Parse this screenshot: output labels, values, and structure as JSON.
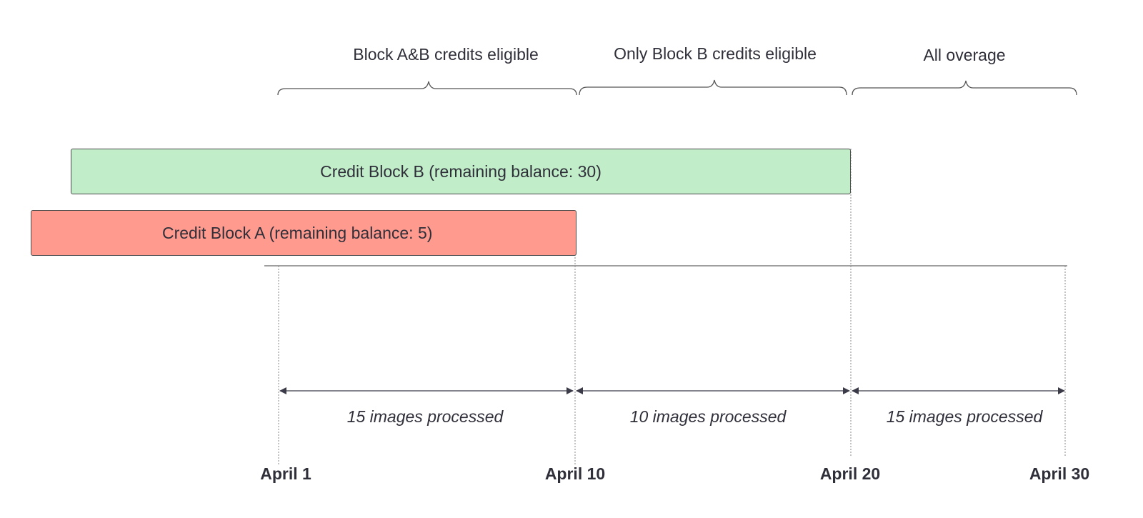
{
  "phases": [
    {
      "label": "Block A&B credits eligible"
    },
    {
      "label": "Only Block B credits eligible"
    },
    {
      "label": "All overage"
    }
  ],
  "credit_blocks": [
    {
      "label": "Credit Block B (remaining balance: 30)",
      "color": "#c1edc9"
    },
    {
      "label": "Credit Block A (remaining balance: 5)",
      "color": "#ff9a8e"
    }
  ],
  "intervals": [
    {
      "label": "15 images processed"
    },
    {
      "label": "10 images processed"
    },
    {
      "label": "15 images processed"
    }
  ],
  "dates": [
    {
      "label": "April 1"
    },
    {
      "label": "April 10"
    },
    {
      "label": "April 20"
    },
    {
      "label": "April 30"
    }
  ]
}
